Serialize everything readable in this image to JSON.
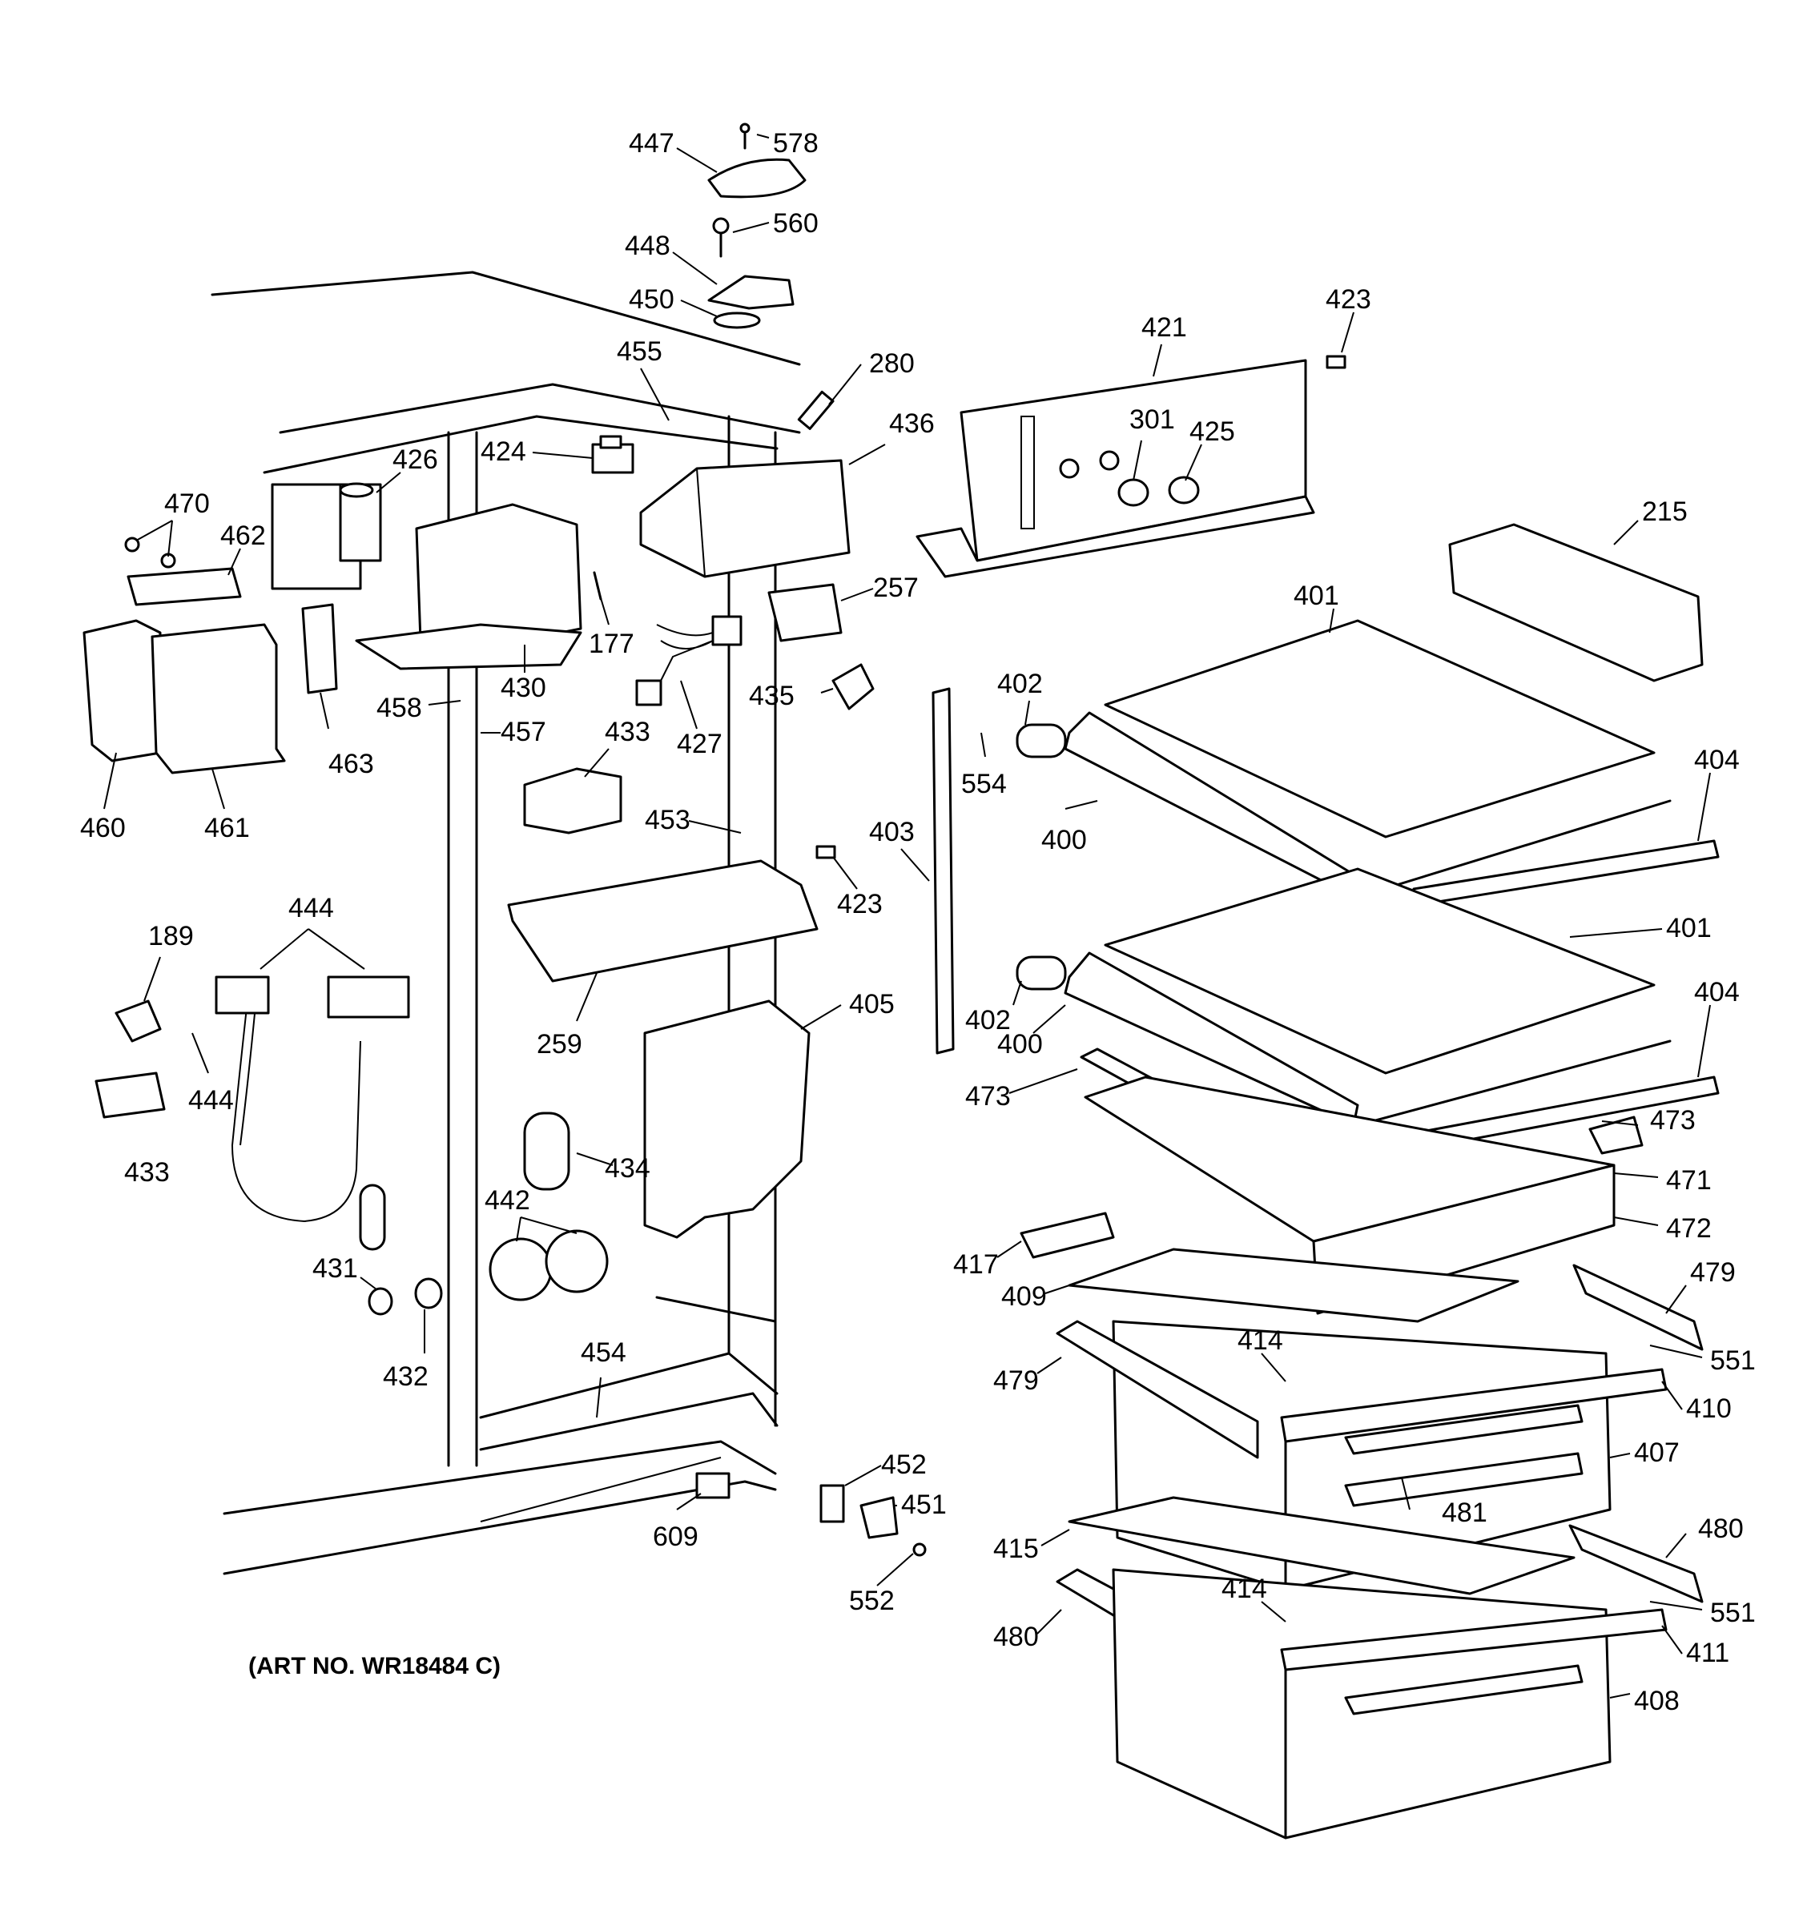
{
  "diagram": {
    "art_number": "(ART NO. WR18484 C)",
    "part_labels": [
      "447",
      "578",
      "560",
      "448",
      "450",
      "280",
      "455",
      "423",
      "421",
      "436",
      "301",
      "425",
      "424",
      "426",
      "470",
      "462",
      "177",
      "257",
      "430",
      "215",
      "401",
      "458",
      "457",
      "463",
      "433",
      "427",
      "435",
      "402",
      "554",
      "460",
      "461",
      "453",
      "403",
      "400",
      "404",
      "423",
      "444",
      "189",
      "405",
      "259",
      "401",
      "402",
      "400",
      "404",
      "444",
      "473",
      "434",
      "433",
      "473",
      "471",
      "442",
      "472",
      "417",
      "431",
      "409",
      "479",
      "432",
      "454",
      "414",
      "551",
      "479",
      "410",
      "407",
      "452",
      "451",
      "481",
      "609",
      "415",
      "480",
      "552",
      "414",
      "551",
      "480",
      "411",
      "408"
    ]
  }
}
